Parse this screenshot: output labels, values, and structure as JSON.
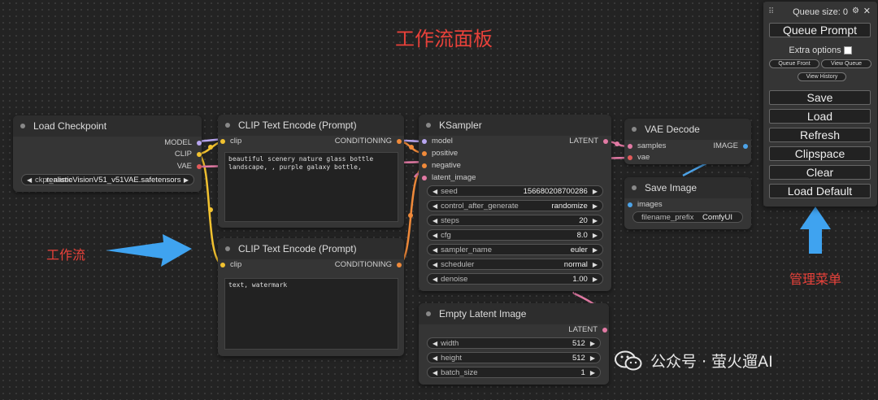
{
  "annotations": {
    "title": "工作流面板",
    "workflow_label": "工作流",
    "menu_label": "管理菜单",
    "watermark": "公众号 · 萤火遛AI"
  },
  "colors": {
    "annotation_red": "#e8413a",
    "arrow_blue": "#3fa3f0",
    "wire_yellow": "#f2c230",
    "wire_orange": "#f08a3a",
    "wire_pink": "#e27aa4",
    "wire_blue": "#4da3e8",
    "wire_lilac": "#b8a6f0"
  },
  "nodes": {
    "load_checkpoint": {
      "title": "Load Checkpoint",
      "outputs": [
        "MODEL",
        "CLIP",
        "VAE"
      ],
      "ckpt_label": "ckpt_name",
      "ckpt_value": "realisticVisionV51_v51VAE.safetensors"
    },
    "clip_pos": {
      "title": "CLIP Text Encode (Prompt)",
      "input": "clip",
      "output": "CONDITIONING",
      "text": "beautiful scenery nature glass bottle\nlandscape, , purple galaxy bottle,"
    },
    "clip_neg": {
      "title": "CLIP Text Encode (Prompt)",
      "input": "clip",
      "output": "CONDITIONING",
      "text": "text, watermark"
    },
    "ksampler": {
      "title": "KSampler",
      "inputs": [
        "model",
        "positive",
        "negative",
        "latent_image"
      ],
      "output": "LATENT",
      "widgets": [
        {
          "label": "seed",
          "value": "156680208700286"
        },
        {
          "label": "control_after_generate",
          "value": "randomize"
        },
        {
          "label": "steps",
          "value": "20"
        },
        {
          "label": "cfg",
          "value": "8.0"
        },
        {
          "label": "sampler_name",
          "value": "euler"
        },
        {
          "label": "scheduler",
          "value": "normal"
        },
        {
          "label": "denoise",
          "value": "1.00"
        }
      ]
    },
    "vae_decode": {
      "title": "VAE Decode",
      "inputs": [
        "samples",
        "vae"
      ],
      "output": "IMAGE"
    },
    "save_image": {
      "title": "Save Image",
      "input": "images",
      "widget_label": "filename_prefix",
      "widget_value": "ComfyUI"
    },
    "empty_latent": {
      "title": "Empty Latent Image",
      "output": "LATENT",
      "widgets": [
        {
          "label": "width",
          "value": "512"
        },
        {
          "label": "height",
          "value": "512"
        },
        {
          "label": "batch_size",
          "value": "1"
        }
      ]
    }
  },
  "menu": {
    "queue_size": "Queue size: 0",
    "queue_prompt": "Queue Prompt",
    "extra_options": "Extra options",
    "queue_front": "Queue Front",
    "view_queue": "View Queue",
    "view_history": "View History",
    "buttons": [
      "Save",
      "Load",
      "Refresh",
      "Clipspace",
      "Clear",
      "Load Default"
    ]
  },
  "icons": {
    "grip": "drag-grip-icon",
    "settings": "gear-icon",
    "close": "close-icon",
    "arrow_left": "◀",
    "arrow_right": "▶"
  }
}
